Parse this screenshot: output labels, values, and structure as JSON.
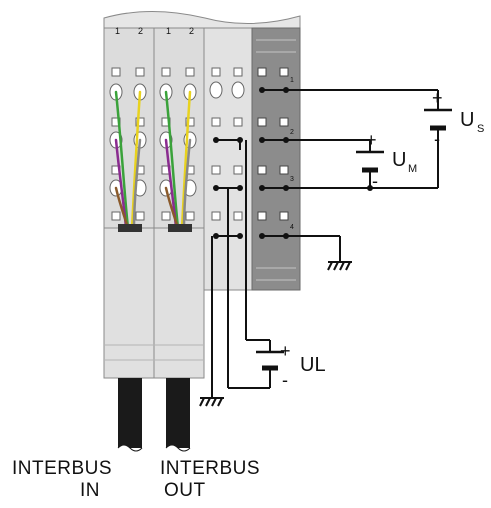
{
  "modules": {
    "slot_numbers_left": [
      "1",
      "2"
    ],
    "slot_numbers_right": [
      "1",
      "2"
    ],
    "power_terminal_numbers": [
      "1",
      "2",
      "3",
      "4"
    ]
  },
  "supplies": {
    "us": {
      "symbol": "U",
      "subscript": "S",
      "plus": "+",
      "minus": "-"
    },
    "um": {
      "symbol": "U",
      "subscript": "M",
      "plus": "+",
      "minus": "-"
    },
    "ul": {
      "label": "UL",
      "plus": "+",
      "minus": "-"
    }
  },
  "captions": {
    "in": {
      "line1": "INTERBUS",
      "line2": "IN"
    },
    "out": {
      "line1": "INTERBUS",
      "line2": "OUT"
    }
  },
  "colors": {
    "housing": "#d9d9d9",
    "housing_edge": "#8a8a8a",
    "power_module": "#8c8c8c",
    "wire": "#111111",
    "wire_green": "#3aa23a",
    "wire_yellow": "#e8d21e",
    "wire_purple": "#8a2c8f",
    "wire_brown": "#8a5a2b"
  }
}
